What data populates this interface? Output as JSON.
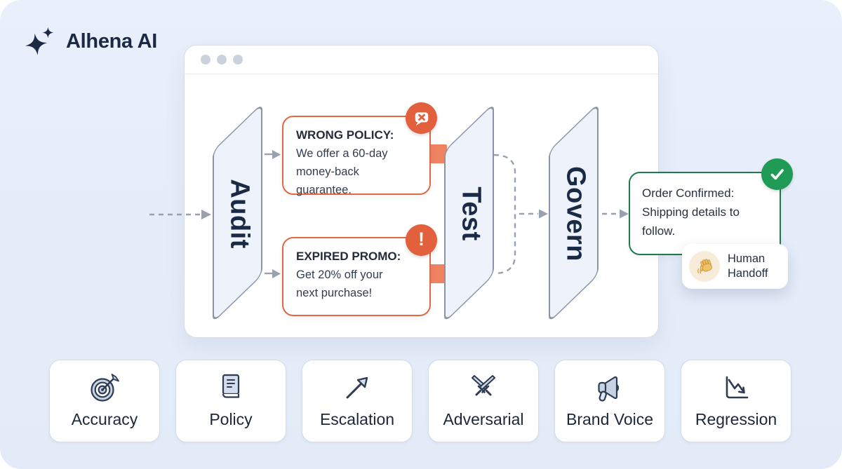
{
  "brand": {
    "name": "Alhena AI"
  },
  "diagram": {
    "stages": [
      {
        "label": "Audit"
      },
      {
        "label": "Test"
      },
      {
        "label": "Govern"
      }
    ],
    "issue_cards": [
      {
        "title": "WRONG POLICY:",
        "line1": "We offer a 60-day",
        "line2": "money-back guarantee.",
        "badge_icon": "message-x-icon"
      },
      {
        "title": "EXPIRED PROMO:",
        "line1": "Get 20% off your",
        "line2": "next purchase!",
        "badge_glyph": "!",
        "badge_icon": "exclamation-icon"
      }
    ],
    "result_card": {
      "line1": "Order Confirmed:",
      "line2": "Shipping details to",
      "line3": "follow.",
      "badge_icon": "check-icon"
    },
    "handoff": {
      "line1": "Human",
      "line2": "Handoff",
      "icon": "waving-hand-icon"
    }
  },
  "categories": [
    {
      "label": "Accuracy",
      "icon": "target-dart-icon"
    },
    {
      "label": "Policy",
      "icon": "book-icon"
    },
    {
      "label": "Escalation",
      "icon": "arrow-up-right-icon"
    },
    {
      "label": "Adversarial",
      "icon": "crossed-swords-icon"
    },
    {
      "label": "Brand Voice",
      "icon": "megaphone-icon"
    },
    {
      "label": "Regression",
      "icon": "chart-decline-icon"
    }
  ],
  "colors": {
    "background": "#E6EDF9",
    "accent_orange": "#DF6A45",
    "badge_orange": "#E2603C",
    "tab_orange": "#EF8261",
    "accent_green": "#1D7A4B",
    "badge_green": "#1F9B55",
    "navy_text": "#1B2A44",
    "arrow_gray": "#98A1AD",
    "stage_fill": "#EDF2FB",
    "stage_border": "#8A94A5"
  }
}
